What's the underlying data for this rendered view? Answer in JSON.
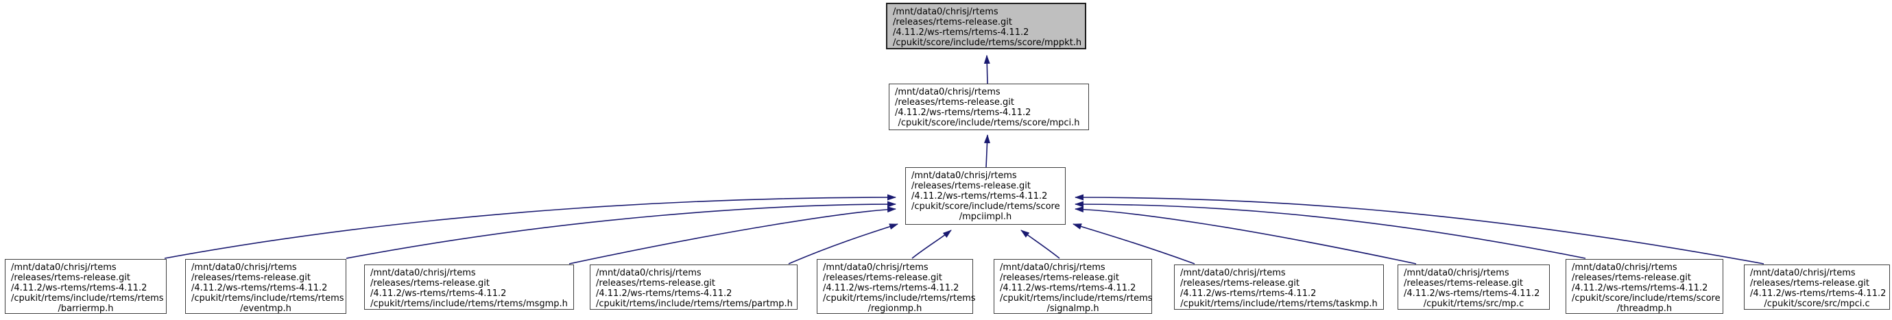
{
  "graph": {
    "kind": "doxygen-included-by-dependency-graph",
    "background_color": "#ffffff",
    "arrow_color": "#191970",
    "node_border_color": "#3d3d3d",
    "node_fill_color": "#ffffff",
    "highlight_fill_color": "#bfbfbf",
    "text_color": "#000000"
  },
  "nodes": [
    {
      "id": "mppkt.h",
      "highlighted": true,
      "lines": [
        "/mnt/data0/chrisj/rtems",
        "/releases/rtems-release.git",
        "/4.11.2/ws-rtems/rtems-4.11.2",
        "/cpukit/score/include/rtems/score/mppkt.h"
      ]
    },
    {
      "id": "mpci.h",
      "highlighted": false,
      "lines": [
        "/mnt/data0/chrisj/rtems",
        "/releases/rtems-release.git",
        "/4.11.2/ws-rtems/rtems-4.11.2",
        "/cpukit/score/include/rtems/score/mpci.h"
      ]
    },
    {
      "id": "mpciimpl.h",
      "highlighted": false,
      "lines": [
        "/mnt/data0/chrisj/rtems",
        "/releases/rtems-release.git",
        "/4.11.2/ws-rtems/rtems-4.11.2",
        "/cpukit/score/include/rtems/score",
        "/mpciimpl.h"
      ]
    },
    {
      "id": "barriermp.h",
      "highlighted": false,
      "lines": [
        "/mnt/data0/chrisj/rtems",
        "/releases/rtems-release.git",
        "/4.11.2/ws-rtems/rtems-4.11.2",
        "/cpukit/rtems/include/rtems/rtems",
        "/barriermp.h"
      ]
    },
    {
      "id": "eventmp.h",
      "highlighted": false,
      "lines": [
        "/mnt/data0/chrisj/rtems",
        "/releases/rtems-release.git",
        "/4.11.2/ws-rtems/rtems-4.11.2",
        "/cpukit/rtems/include/rtems/rtems",
        "/eventmp.h"
      ]
    },
    {
      "id": "msgmp.h",
      "highlighted": false,
      "lines": [
        "/mnt/data0/chrisj/rtems",
        "/releases/rtems-release.git",
        "/4.11.2/ws-rtems/rtems-4.11.2",
        "/cpukit/rtems/include/rtems/rtems/msgmp.h"
      ]
    },
    {
      "id": "partmp.h",
      "highlighted": false,
      "lines": [
        "/mnt/data0/chrisj/rtems",
        "/releases/rtems-release.git",
        "/4.11.2/ws-rtems/rtems-4.11.2",
        "/cpukit/rtems/include/rtems/rtems/partmp.h"
      ]
    },
    {
      "id": "regionmp.h",
      "highlighted": false,
      "lines": [
        "/mnt/data0/chrisj/rtems",
        "/releases/rtems-release.git",
        "/4.11.2/ws-rtems/rtems-4.11.2",
        "/cpukit/rtems/include/rtems/rtems",
        "/regionmp.h"
      ]
    },
    {
      "id": "signalmp.h",
      "highlighted": false,
      "lines": [
        "/mnt/data0/chrisj/rtems",
        "/releases/rtems-release.git",
        "/4.11.2/ws-rtems/rtems-4.11.2",
        "/cpukit/rtems/include/rtems/rtems",
        "/signalmp.h"
      ]
    },
    {
      "id": "taskmp.h",
      "highlighted": false,
      "lines": [
        "/mnt/data0/chrisj/rtems",
        "/releases/rtems-release.git",
        "/4.11.2/ws-rtems/rtems-4.11.2",
        "/cpukit/rtems/include/rtems/rtems/taskmp.h"
      ]
    },
    {
      "id": "mp.c",
      "highlighted": false,
      "lines": [
        "/mnt/data0/chrisj/rtems",
        "/releases/rtems-release.git",
        "/4.11.2/ws-rtems/rtems-4.11.2",
        "/cpukit/rtems/src/mp.c"
      ]
    },
    {
      "id": "threadmp.h",
      "highlighted": false,
      "lines": [
        "/mnt/data0/chrisj/rtems",
        "/releases/rtems-release.git",
        "/4.11.2/ws-rtems/rtems-4.11.2",
        "/cpukit/score/include/rtems/score",
        "/threadmp.h"
      ]
    },
    {
      "id": "mpci.c",
      "highlighted": false,
      "lines": [
        "/mnt/data0/chrisj/rtems",
        "/releases/rtems-release.git",
        "/4.11.2/ws-rtems/rtems-4.11.2",
        "/cpukit/score/src/mpci.c"
      ]
    }
  ],
  "edges": [
    {
      "from": "mpci.h",
      "to": "mppkt.h"
    },
    {
      "from": "mpciimpl.h",
      "to": "mpci.h"
    },
    {
      "from": "barriermp.h",
      "to": "mpciimpl.h"
    },
    {
      "from": "eventmp.h",
      "to": "mpciimpl.h"
    },
    {
      "from": "msgmp.h",
      "to": "mpciimpl.h"
    },
    {
      "from": "partmp.h",
      "to": "mpciimpl.h"
    },
    {
      "from": "regionmp.h",
      "to": "mpciimpl.h"
    },
    {
      "from": "signalmp.h",
      "to": "mpciimpl.h"
    },
    {
      "from": "taskmp.h",
      "to": "mpciimpl.h"
    },
    {
      "from": "mp.c",
      "to": "mpciimpl.h"
    },
    {
      "from": "threadmp.h",
      "to": "mpciimpl.h"
    },
    {
      "from": "mpci.c",
      "to": "mpciimpl.h"
    }
  ]
}
